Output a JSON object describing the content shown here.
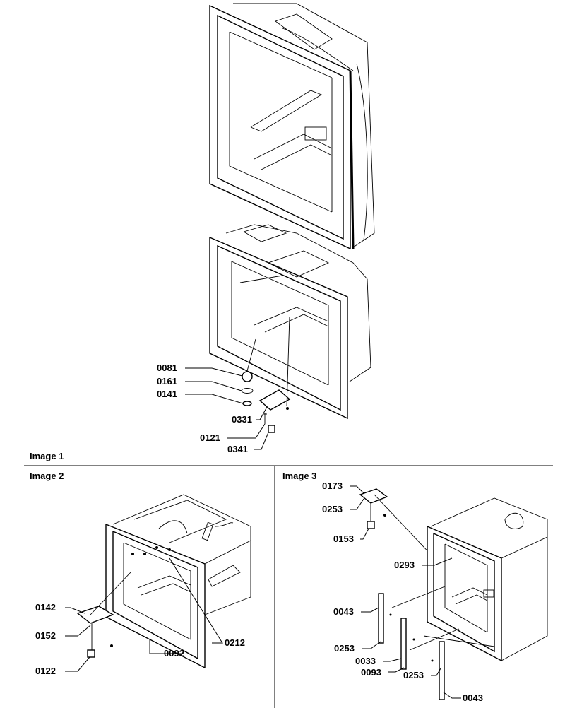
{
  "sections": {
    "image1": "Image 1",
    "image2": "Image 2",
    "image3": "Image 3"
  },
  "image1_parts": [
    "0081",
    "0161",
    "0141",
    "0331",
    "0121",
    "0341"
  ],
  "image2_parts": [
    "0142",
    "0152",
    "0122",
    "0092",
    "0212"
  ],
  "image3_parts": [
    "0173",
    "0253",
    "0153",
    "0293",
    "0043",
    "0253",
    "0033",
    "0093",
    "0253",
    "0043"
  ]
}
